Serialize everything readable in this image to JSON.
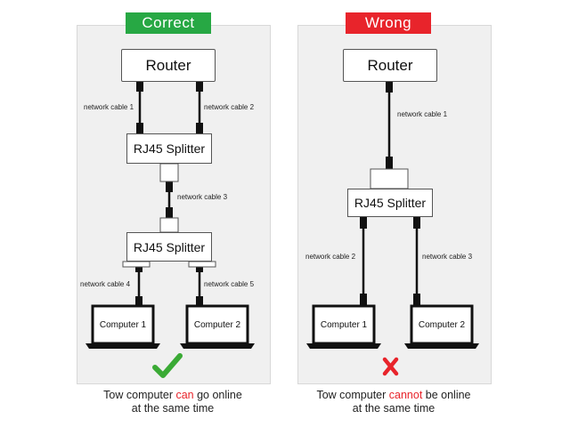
{
  "correct": {
    "banner": "Correct",
    "banner_color": "#27a844",
    "router": "Router",
    "splitter_top": "RJ45 Splitter",
    "splitter_bottom": "RJ45 Splitter",
    "cable1": "network cable 1",
    "cable2": "network cable 2",
    "cable3": "network cable 3",
    "cable4": "network cable 4",
    "cable5": "network cable 5",
    "computer1": "Computer 1",
    "computer2": "Computer 2",
    "caption_pre": "Tow computer ",
    "caption_em": "can",
    "caption_post": " go online",
    "caption_line2": "at the same time",
    "mark_icon": "check-icon",
    "mark_color": "#3aaa35"
  },
  "wrong": {
    "banner": "Wrong",
    "banner_color": "#e8242b",
    "router": "Router",
    "splitter": "RJ45 Splitter",
    "cable1": "network cable 1",
    "cable2": "network cable 2",
    "cable3": "network cable 3",
    "computer1": "Computer 1",
    "computer2": "Computer 2",
    "caption_pre": "Tow computer ",
    "caption_em": "cannot",
    "caption_post": " be online",
    "caption_line2": "at the same time",
    "mark_icon": "x-icon",
    "mark_color": "#e8242b"
  }
}
